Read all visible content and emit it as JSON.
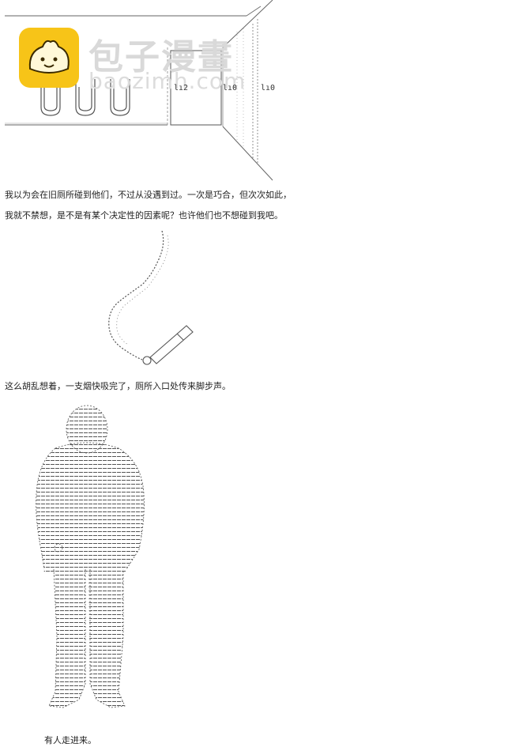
{
  "watermark": {
    "brand_cn": "包子漫畫",
    "brand_en": "baozimh.com",
    "logo_color": "#f7c418"
  },
  "scene": {
    "stall_labels": [
      "lı2",
      "lı0",
      "lı0"
    ]
  },
  "story": {
    "line1": "我以为会在旧厕所碰到他们，不过从没遇到过。一次是巧合，但次次如此，",
    "line2": "我就不禁想，是不是有某个决定性的因素呢？也许他们也不想碰到我吧。",
    "line3": "这么胡乱想着，一支烟快吸完了，厕所入口处传来脚步声。",
    "line4": "有人走进来。"
  },
  "colors": {
    "text": "#222222",
    "art": "#555555"
  }
}
